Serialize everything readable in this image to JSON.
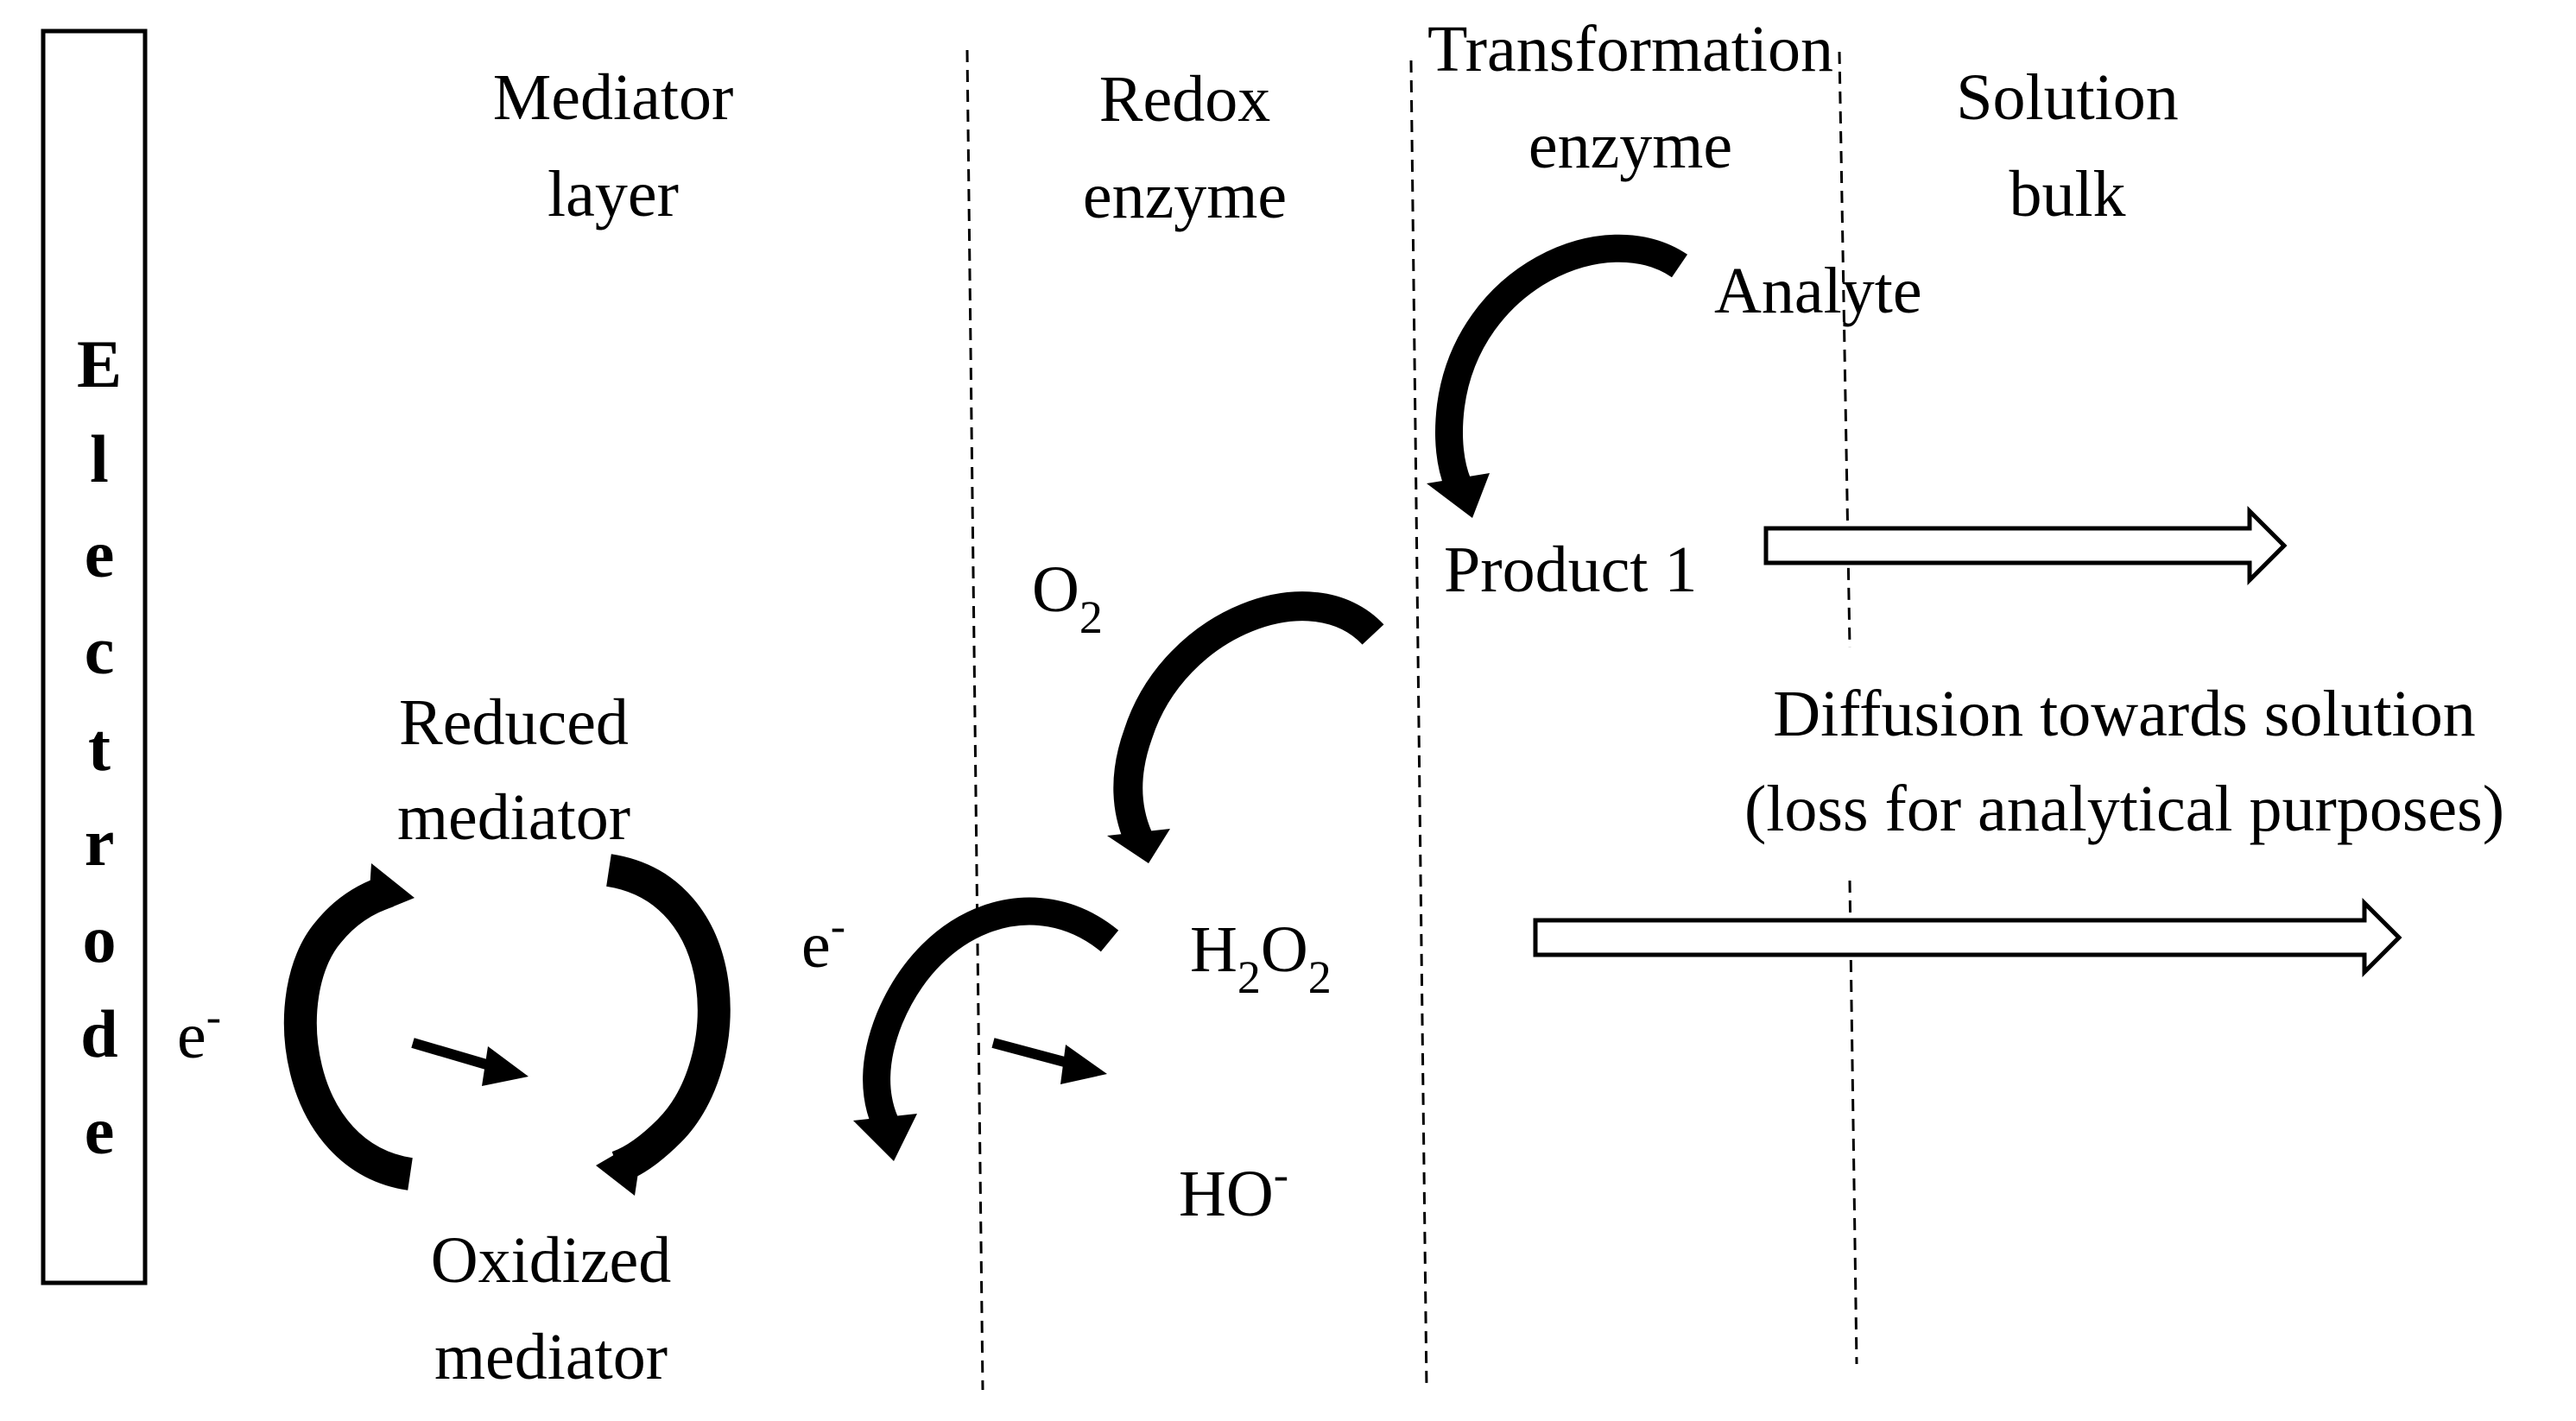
{
  "electrode": {
    "letters": [
      "E",
      "l",
      "e",
      "c",
      "t",
      "r",
      "o",
      "d",
      "e"
    ]
  },
  "zones": {
    "mediator": {
      "line1": "Mediator",
      "line2": "layer"
    },
    "redox": {
      "line1": "Redox",
      "line2": "enzyme"
    },
    "transformation": {
      "line1": "Transformation",
      "line2": "enzyme"
    },
    "solution": {
      "line1": "Solution",
      "line2": "bulk"
    }
  },
  "species": {
    "analyte": "Analyte",
    "product1": "Product 1",
    "o2": {
      "base": "O",
      "sub": "2"
    },
    "h2o2": {
      "h": "H",
      "sub1": "2",
      "o": "O",
      "sub2": "2"
    },
    "ho": {
      "base": "HO",
      "sup": "-"
    },
    "reduced_mediator": {
      "line1": "Reduced",
      "line2": "mediator"
    },
    "oxidized_mediator": {
      "line1": "Oxidized",
      "line2": "mediator"
    },
    "electron_left": {
      "base": "e",
      "sup": "-"
    },
    "electron_mid": {
      "base": "e",
      "sup": "-"
    }
  },
  "diffusion": {
    "line1": "Diffusion towards solution",
    "line2": "(loss for analytical purposes)"
  },
  "colors": {
    "ink": "#000000",
    "background": "#ffffff"
  }
}
